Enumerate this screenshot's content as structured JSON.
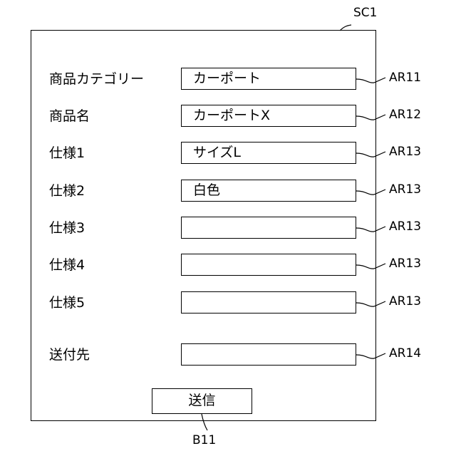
{
  "screen_ref": "SC1",
  "button_ref": "B11",
  "button_label": "送信",
  "rows": [
    {
      "label": "商品カテゴリー",
      "value": "カーポート",
      "ref": "AR11"
    },
    {
      "label": "商品名",
      "value": "カーポートX",
      "ref": "AR12"
    },
    {
      "label": "仕様1",
      "value": "サイズL",
      "ref": "AR13"
    },
    {
      "label": "仕様2",
      "value": "白色",
      "ref": "AR13"
    },
    {
      "label": "仕様3",
      "value": "",
      "ref": "AR13"
    },
    {
      "label": "仕様4",
      "value": "",
      "ref": "AR13"
    },
    {
      "label": "仕様5",
      "value": "",
      "ref": "AR13"
    },
    {
      "label": "送付先",
      "value": "",
      "ref": "AR14"
    }
  ]
}
